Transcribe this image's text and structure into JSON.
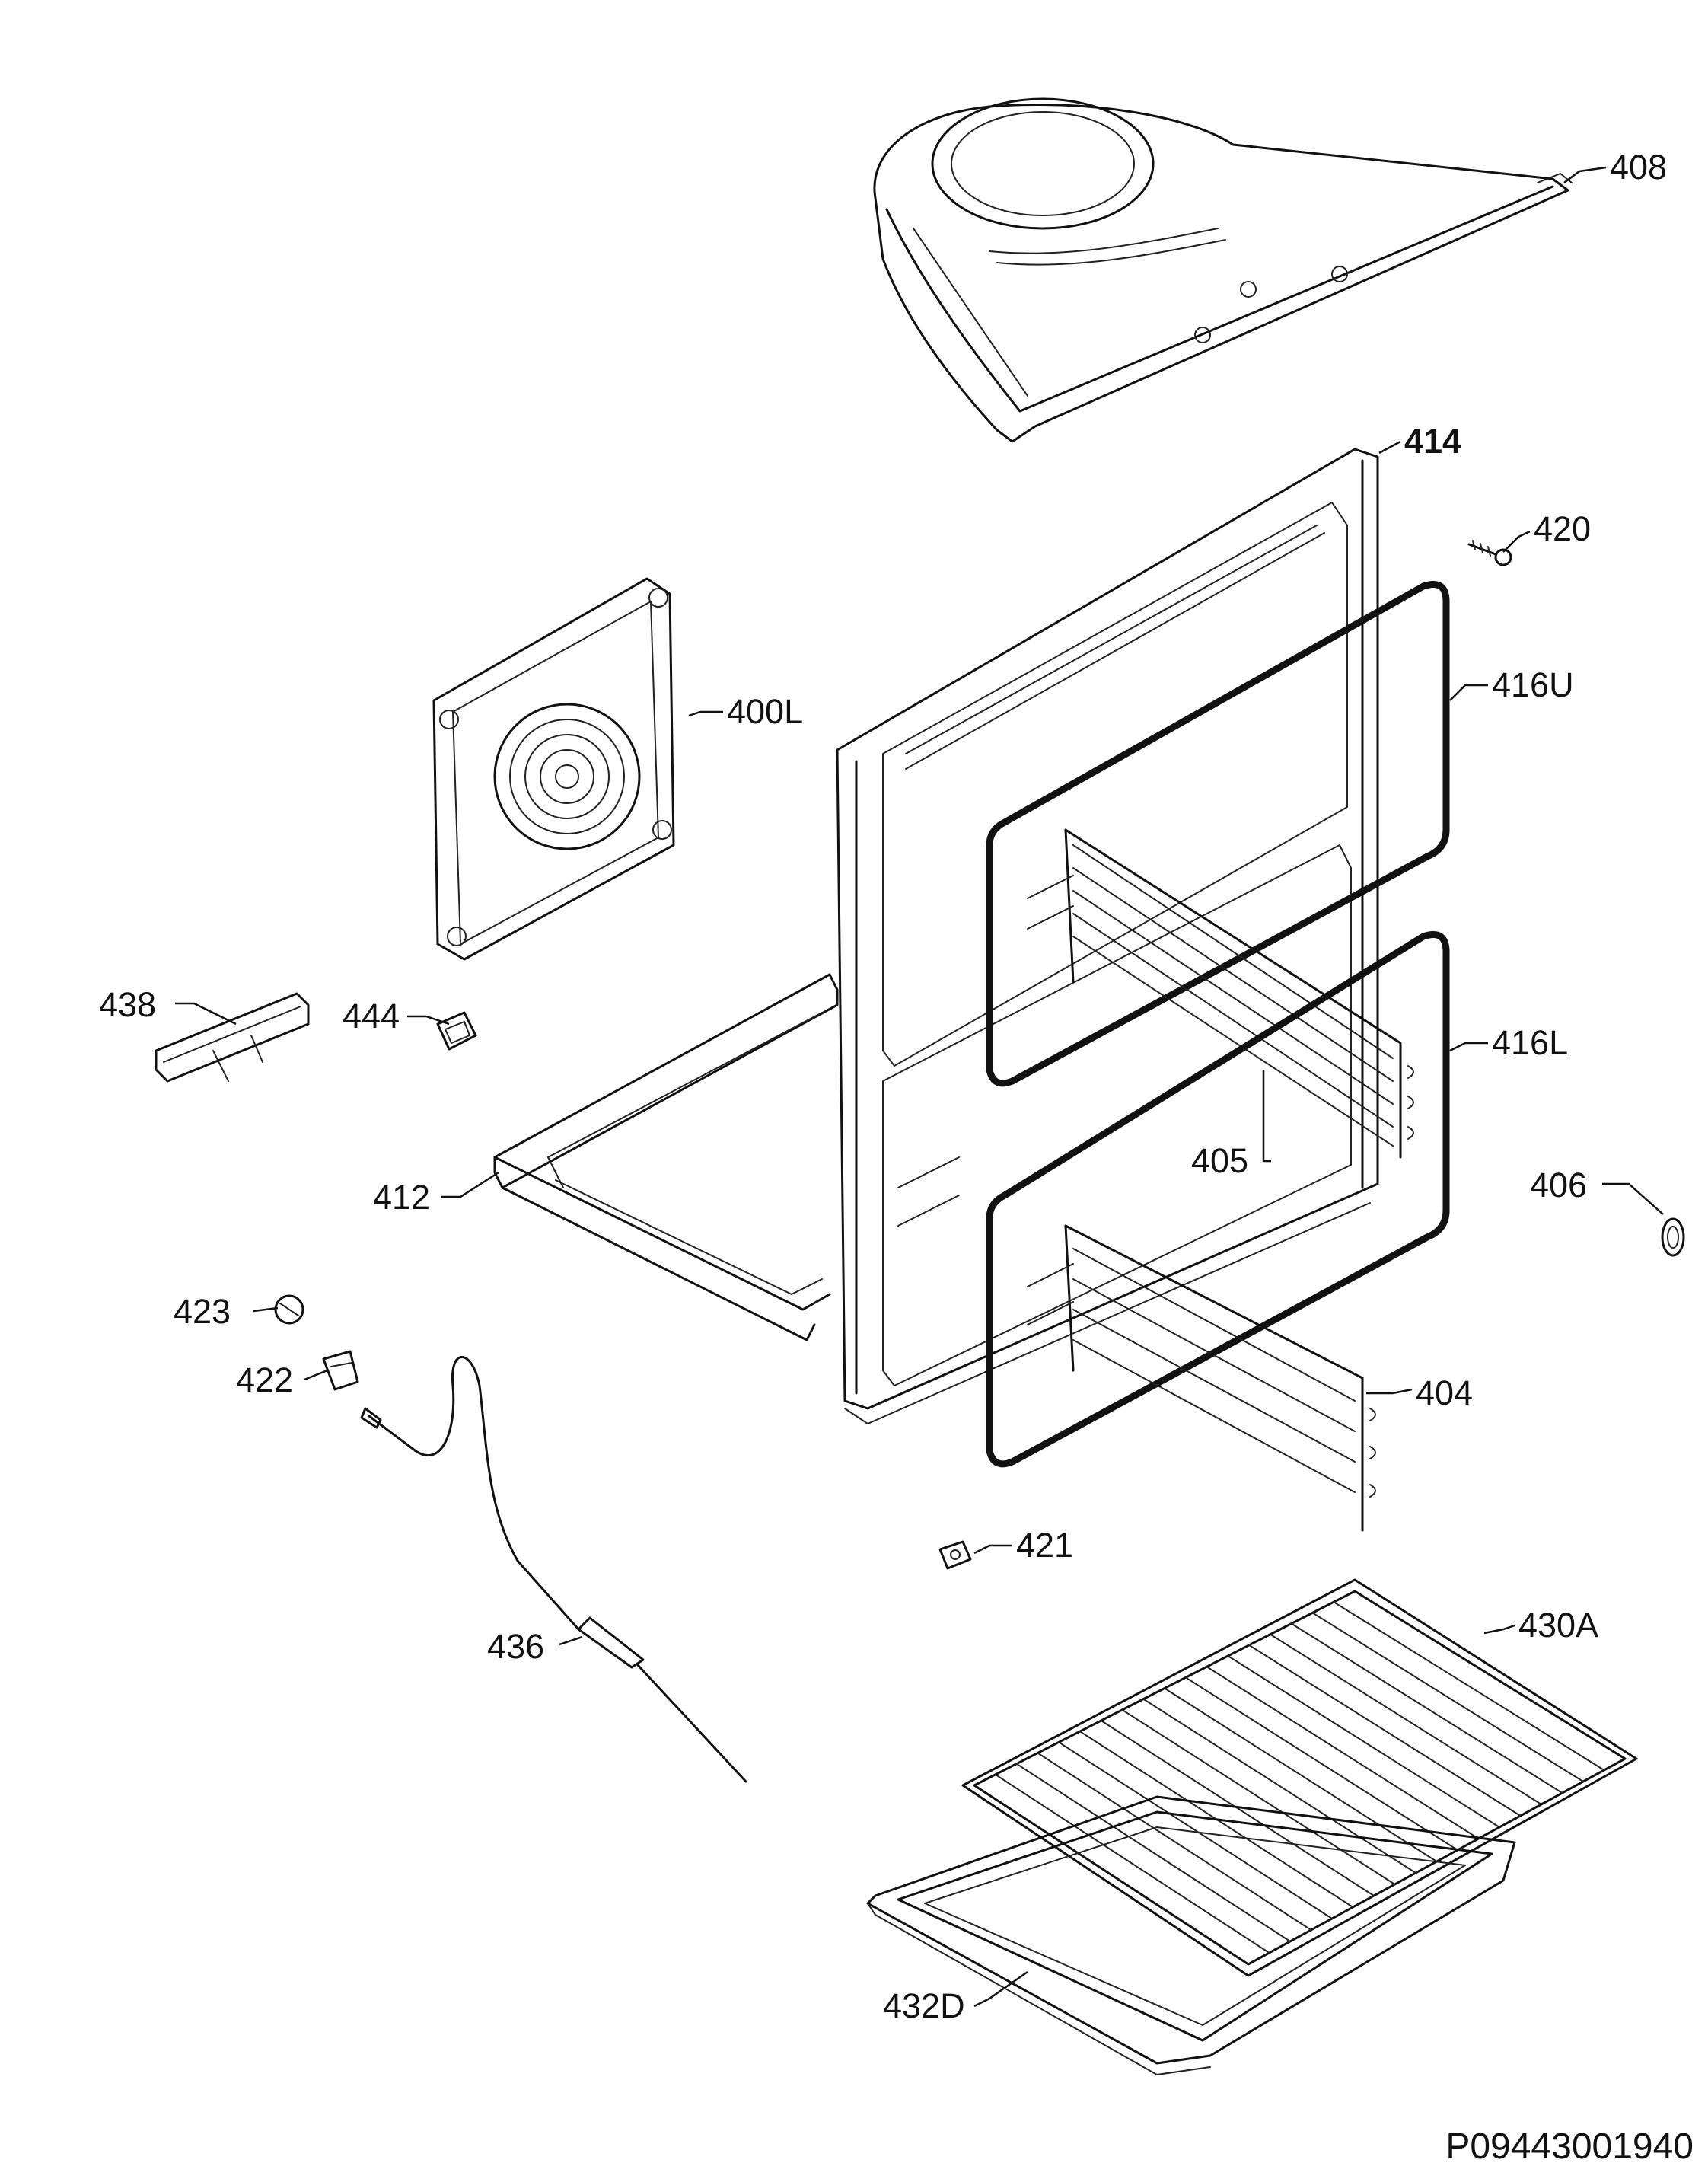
{
  "parts": [
    {
      "id": "p408",
      "number": "408"
    },
    {
      "id": "p414",
      "number": "414",
      "bold": true
    },
    {
      "id": "p420",
      "number": "420"
    },
    {
      "id": "p400L",
      "number": "400L"
    },
    {
      "id": "p416U",
      "number": "416U"
    },
    {
      "id": "p438",
      "number": "438"
    },
    {
      "id": "p444",
      "number": "444"
    },
    {
      "id": "p416L",
      "number": "416L"
    },
    {
      "id": "p405",
      "number": "405"
    },
    {
      "id": "p412",
      "number": "412"
    },
    {
      "id": "p406",
      "number": "406"
    },
    {
      "id": "p423",
      "number": "423"
    },
    {
      "id": "p422",
      "number": "422"
    },
    {
      "id": "p404",
      "number": "404"
    },
    {
      "id": "p421",
      "number": "421"
    },
    {
      "id": "p430A",
      "number": "430A"
    },
    {
      "id": "p436",
      "number": "436"
    },
    {
      "id": "p432D",
      "number": "432D"
    }
  ],
  "drawing_code": "P09443001940"
}
